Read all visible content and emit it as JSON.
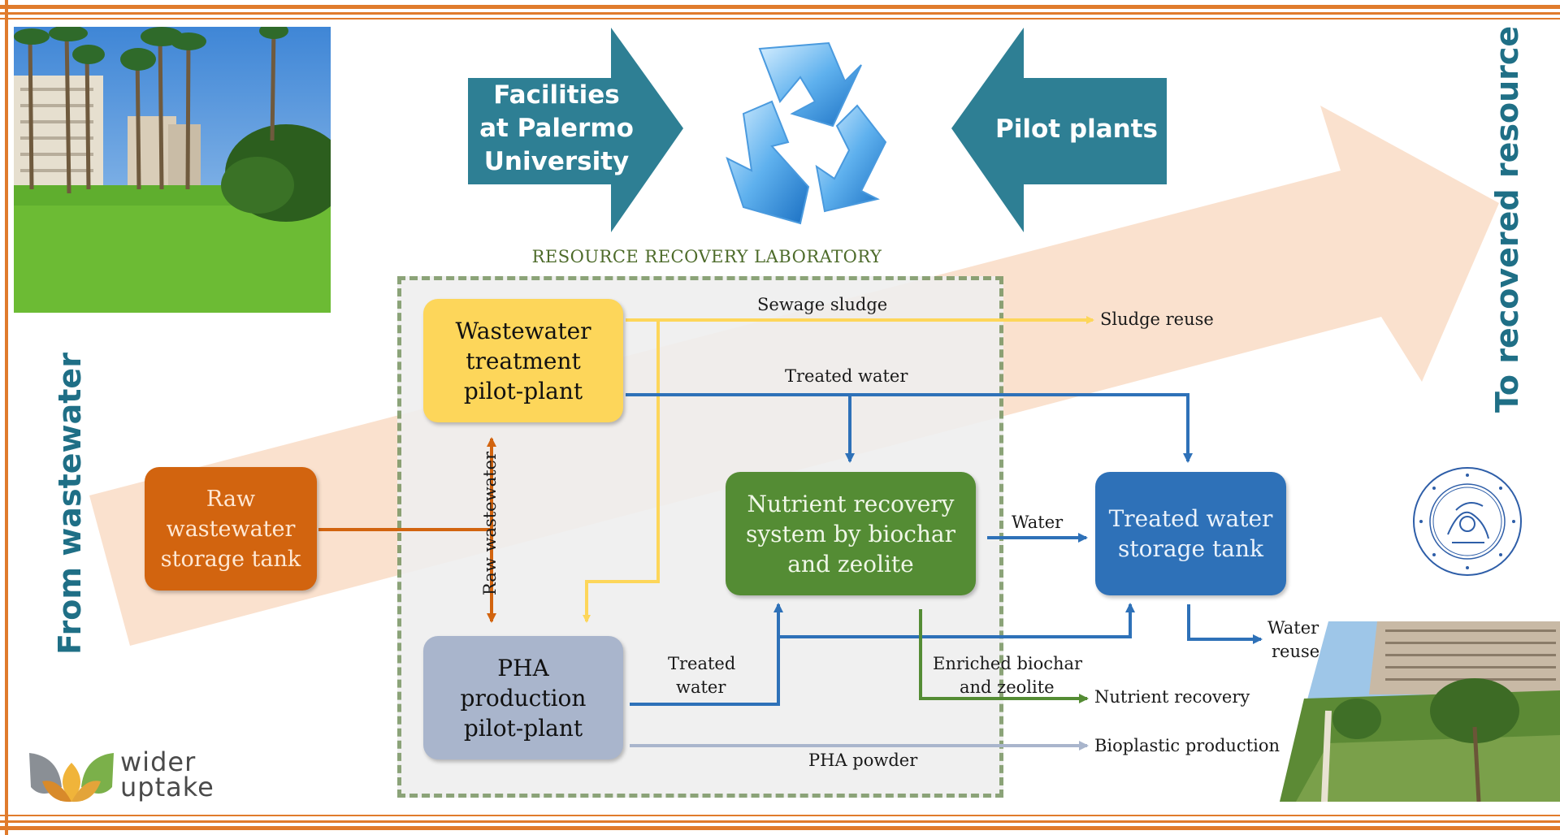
{
  "top_arrows": {
    "left_label": "Facilities at Palermo University",
    "right_label": "Pilot plants"
  },
  "lab_title": "RESOURCE RECOVERY LABORATORY",
  "side_labels": {
    "left": "From wastewater",
    "right": "To recovered resource"
  },
  "boxes": {
    "raw_tank": "Raw wastewater storage tank",
    "wwtp": "Wastewater treatment pilot-plant",
    "pha": "PHA production pilot-plant",
    "nutrient": "Nutrient recovery system by biochar and zeolite",
    "treated_tank": "Treated water storage tank"
  },
  "flows": {
    "sewage_sludge": "Sewage sludge",
    "sludge_reuse": "Sludge reuse",
    "treated_water_top": "Treated water",
    "raw_wastewater": "Raw wastewater",
    "water": "Water",
    "water_reuse_1": "Water",
    "water_reuse_2": "reuse",
    "treated_water_pha_1": "Treated",
    "treated_water_pha_2": "water",
    "enriched_1": "Enriched biochar",
    "enriched_2": "and zeolite",
    "nutrient_recovery": "Nutrient recovery",
    "pha_powder": "PHA powder",
    "bioplastic": "Bioplastic production"
  },
  "logo": {
    "line1": "wider",
    "line2": "uptake"
  },
  "colors": {
    "frame": "#e07b2c",
    "teal": "#2e7f94",
    "yellow": "#fdd65a",
    "orange": "#d2640f",
    "green": "#548c34",
    "blue": "#2e71b8",
    "grey_blue": "#a9b5cc",
    "dash": "#7f9a6a"
  }
}
